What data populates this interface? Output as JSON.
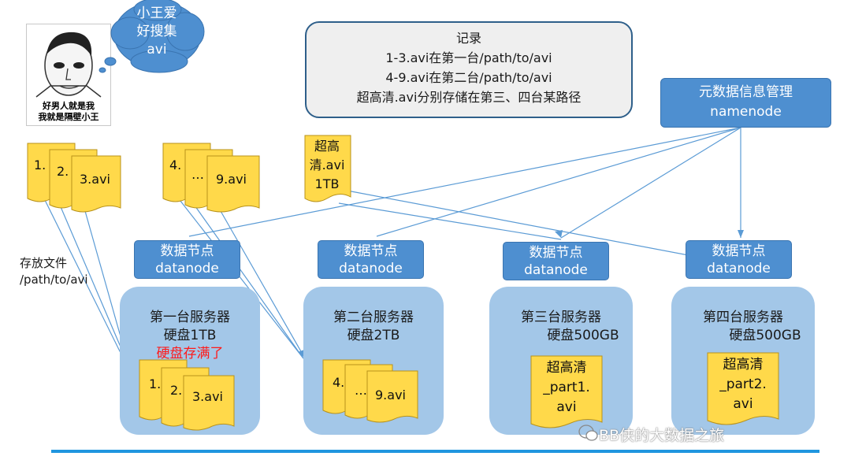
{
  "meme": {
    "caption_line1": "好男人就是我",
    "caption_line2": "我就是隔壁小王"
  },
  "cloud": {
    "line1": "小王爱",
    "line2": "好搜集",
    "line3": "avi"
  },
  "record": {
    "title": "记录",
    "line1": "1-3.avi在第一台/path/to/avi",
    "line2": "4-9.avi在第二台/path/to/avi",
    "line3": "超高清.avi分别存储在第三、四台某路径"
  },
  "namenode": {
    "line1": "元数据信息管理",
    "line2": "namenode"
  },
  "files": {
    "group1": [
      "1.",
      "2.",
      "3.avi"
    ],
    "group2": [
      "4.",
      "…",
      "9.avi"
    ],
    "hd": [
      "超高",
      "清.avi",
      "1TB"
    ]
  },
  "storage_label": {
    "line1": "存放文件",
    "line2": "/path/to/avi"
  },
  "datanodes": [
    {
      "line1": "数据节点",
      "line2": "datanode"
    },
    {
      "line1": "数据节点",
      "line2": "datanode"
    },
    {
      "line1": "数据节点",
      "line2": "datanode"
    },
    {
      "line1": "数据节点",
      "line2": "datanode"
    }
  ],
  "servers": [
    {
      "title": "第一台服务器",
      "disk": "硬盘1TB",
      "warning": "硬盘存满了",
      "files": [
        "1.",
        "2.",
        "3.avi"
      ]
    },
    {
      "title": "第二台服务器",
      "disk": "硬盘2TB",
      "files": [
        "4.",
        "…",
        "9.avi"
      ]
    },
    {
      "title": "第三台服务器",
      "disk": "硬盘500GB",
      "files": [
        "超高清",
        "_part1.",
        "avi"
      ]
    },
    {
      "title": "第四台服务器",
      "disk": "硬盘500GB",
      "files": [
        "超高清",
        "_part2.",
        "avi"
      ]
    }
  ],
  "watermark": "BB侠的大数据之旅",
  "colors": {
    "node_blue": "#4e8fd0",
    "server_blue": "#a3c7e8",
    "doc_yellow": "#ffd94a",
    "warning_red": "#ff1a1a",
    "line_blue": "#1f96df"
  }
}
